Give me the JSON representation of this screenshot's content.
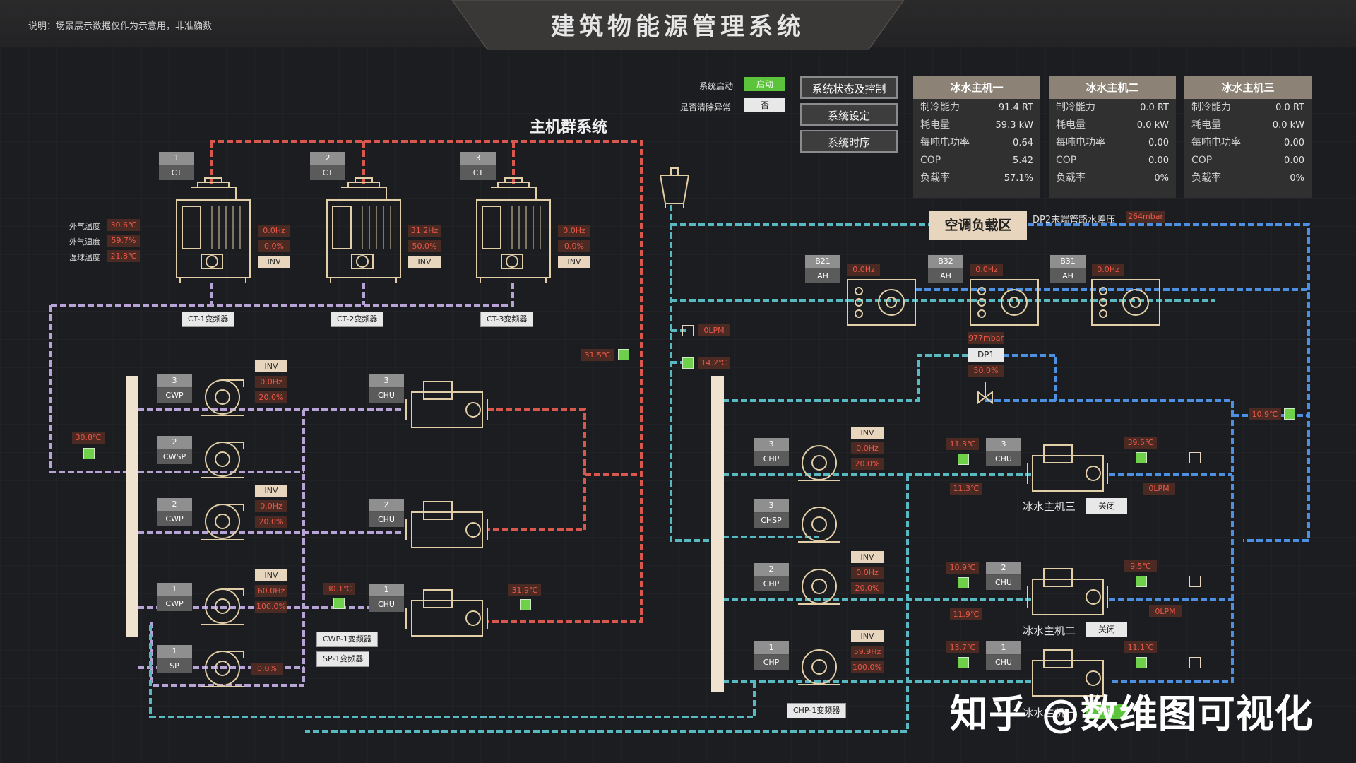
{
  "header": {
    "title": "建筑物能源管理系统",
    "notice": "说明：场景展示数据仅作为示意用，非准确数"
  },
  "controls": {
    "start_label": "系统启动",
    "start_value": "启动",
    "clear_label": "是否清除异常",
    "clear_value": "否",
    "start_color": "#5cc43a"
  },
  "buttons": {
    "status": "系统状态及控制",
    "settings": "系统设定",
    "sequence": "系统时序"
  },
  "chillers": [
    {
      "name": "冰水主机一",
      "rows": [
        [
          "制冷能力",
          "91.4 RT"
        ],
        [
          "耗电量",
          "59.3 kW"
        ],
        [
          "每吨电功率",
          "0.64"
        ],
        [
          "COP",
          "5.42"
        ],
        [
          "负载率",
          "57.1%"
        ]
      ]
    },
    {
      "name": "冰水主机二",
      "rows": [
        [
          "制冷能力",
          "0.0 RT"
        ],
        [
          "耗电量",
          "0.0 kW"
        ],
        [
          "每吨电功率",
          "0.00"
        ],
        [
          "COP",
          "0.00"
        ],
        [
          "负载率",
          "0%"
        ]
      ]
    },
    {
      "name": "冰水主机三",
      "rows": [
        [
          "制冷能力",
          "0.0 RT"
        ],
        [
          "耗电量",
          "0.0 kW"
        ],
        [
          "每吨电功率",
          "0.00"
        ],
        [
          "COP",
          "0.00"
        ],
        [
          "负载率",
          "0%"
        ]
      ]
    }
  ],
  "main_group": {
    "title": "主机群系统"
  },
  "outdoor": {
    "temp_label": "外气温度",
    "temp": "30.6℃",
    "hum_label": "外气湿度",
    "hum": "59.7%",
    "wb_label": "湿球温度",
    "wb": "21.8℃"
  },
  "cooling_towers": [
    {
      "num": "1",
      "type": "CT",
      "hz": "0.0Hz",
      "pct": "0.0%",
      "inv": "INV",
      "vfd": "CT-1变频器"
    },
    {
      "num": "2",
      "type": "CT",
      "hz": "31.2Hz",
      "pct": "50.0%",
      "inv": "INV",
      "vfd": "CT-2变频器"
    },
    {
      "num": "3",
      "type": "CT",
      "hz": "0.0Hz",
      "pct": "0.0%",
      "inv": "INV",
      "vfd": "CT-3变频器"
    }
  ],
  "left_pumps": [
    {
      "num": "3",
      "type": "CWP",
      "inv": "INV",
      "hz": "0.0Hz",
      "pct": "20.0%"
    },
    {
      "num": "2",
      "type": "CWSP"
    },
    {
      "num": "2",
      "type": "CWP",
      "inv": "INV",
      "hz": "0.0Hz",
      "pct": "20.0%"
    },
    {
      "num": "1",
      "type": "CWP",
      "inv": "INV",
      "hz": "60.0Hz",
      "pct": "100.0%"
    },
    {
      "num": "1",
      "type": "SP",
      "pct": "0.0%"
    }
  ],
  "left_chu": [
    {
      "num": "3",
      "type": "CHU"
    },
    {
      "num": "2",
      "type": "CHU"
    },
    {
      "num": "1",
      "type": "CHU"
    }
  ],
  "left_sensors": {
    "t1": "30.8℃",
    "t2": "31.5℃",
    "t3": "30.1℃",
    "t4": "31.9℃"
  },
  "vfd_labels": {
    "cwp": "CWP-1变频器",
    "sp": "SP-1变频器",
    "chp": "CHP-1变频器"
  },
  "ac_zone": {
    "title": "空调负载区",
    "dp2_label": "DP2末端管路水差压",
    "dp2": "264mbar",
    "ah": [
      {
        "num": "B21",
        "type": "AH",
        "hz": "0.0Hz"
      },
      {
        "num": "B32",
        "type": "AH",
        "hz": "0.0Hz"
      },
      {
        "num": "B31",
        "type": "AH",
        "hz": "0.0Hz"
      }
    ],
    "flow": "0LPM",
    "temp": "14.2℃",
    "dp1_value": "977mbar",
    "dp1": "DP1",
    "dp1_pct": "50.0%",
    "right_temp": "10.9℃"
  },
  "right_pumps": [
    {
      "num": "3",
      "type": "CHP",
      "inv": "INV",
      "hz": "0.0Hz",
      "pct": "20.0%"
    },
    {
      "num": "3",
      "type": "CHSP"
    },
    {
      "num": "2",
      "type": "CHP",
      "inv": "INV",
      "hz": "0.0Hz",
      "pct": "20.0%"
    },
    {
      "num": "1",
      "type": "CHP",
      "inv": "INV",
      "hz": "59.9Hz",
      "pct": "100.0%"
    }
  ],
  "right_chillers": [
    {
      "num": "3",
      "type": "CHU",
      "in": "11.3℃",
      "out": "11.3℃",
      "t2": "39.5℃",
      "flow": "0LPM",
      "name": "冰水主机三",
      "state": "关闭"
    },
    {
      "num": "2",
      "type": "CHU",
      "in": "10.9℃",
      "out": "11.9℃",
      "t2": "9.5℃",
      "flow": "0LPM",
      "name": "冰水主机二",
      "state": "关闭"
    },
    {
      "num": "1",
      "type": "CHU",
      "in": "13.7℃",
      "t2": "11.1℃",
      "name": "冰水主机一",
      "state": "开启"
    }
  ],
  "watermark": "知乎 @数维图可视化"
}
